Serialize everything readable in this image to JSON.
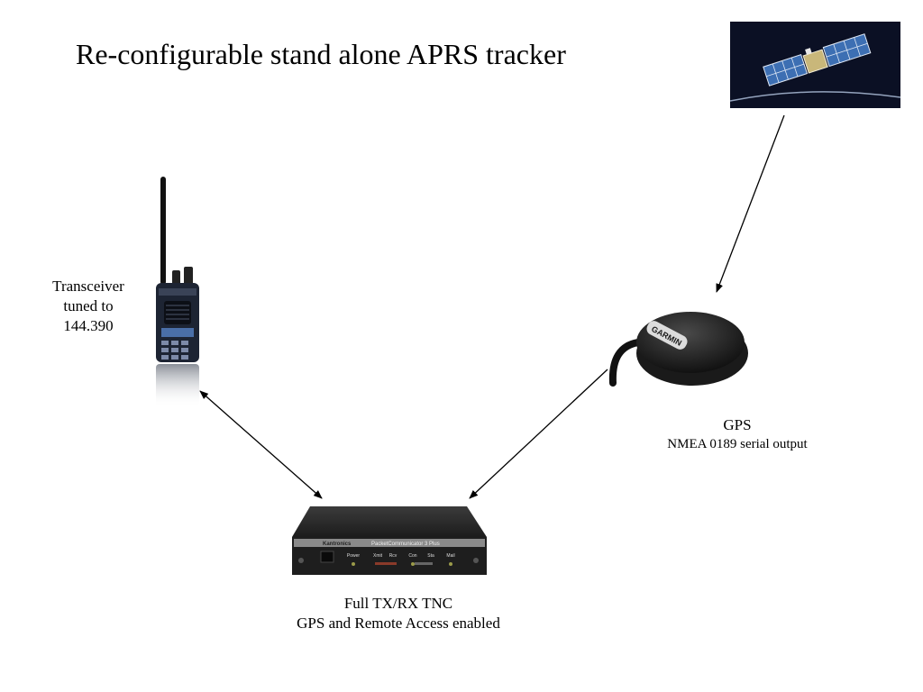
{
  "title": "Re-configurable stand alone APRS tracker",
  "transceiver": {
    "lines": [
      "Transceiver",
      "tuned to",
      "144.390"
    ]
  },
  "gps": {
    "name": "GPS",
    "detail": "NMEA 0189 serial output",
    "brand": "GARMIN"
  },
  "tnc": {
    "lines": [
      "Full TX/RX TNC",
      "GPS and Remote Access enabled"
    ],
    "brand": "Kantronics",
    "model": "PacketCommunicator 3 Plus",
    "leds": [
      "Power",
      "Xmit",
      "Rcv",
      "Con",
      "Sta",
      "Mail"
    ]
  },
  "icons": {
    "satellite": "satellite-photo-icon",
    "radio": "handheld-radio-icon",
    "gps": "gps-receiver-icon",
    "tnc": "tnc-box-icon"
  },
  "colors": {
    "arrow": "#000000",
    "space": "#0b1024",
    "panel": "#3d6fb3"
  }
}
